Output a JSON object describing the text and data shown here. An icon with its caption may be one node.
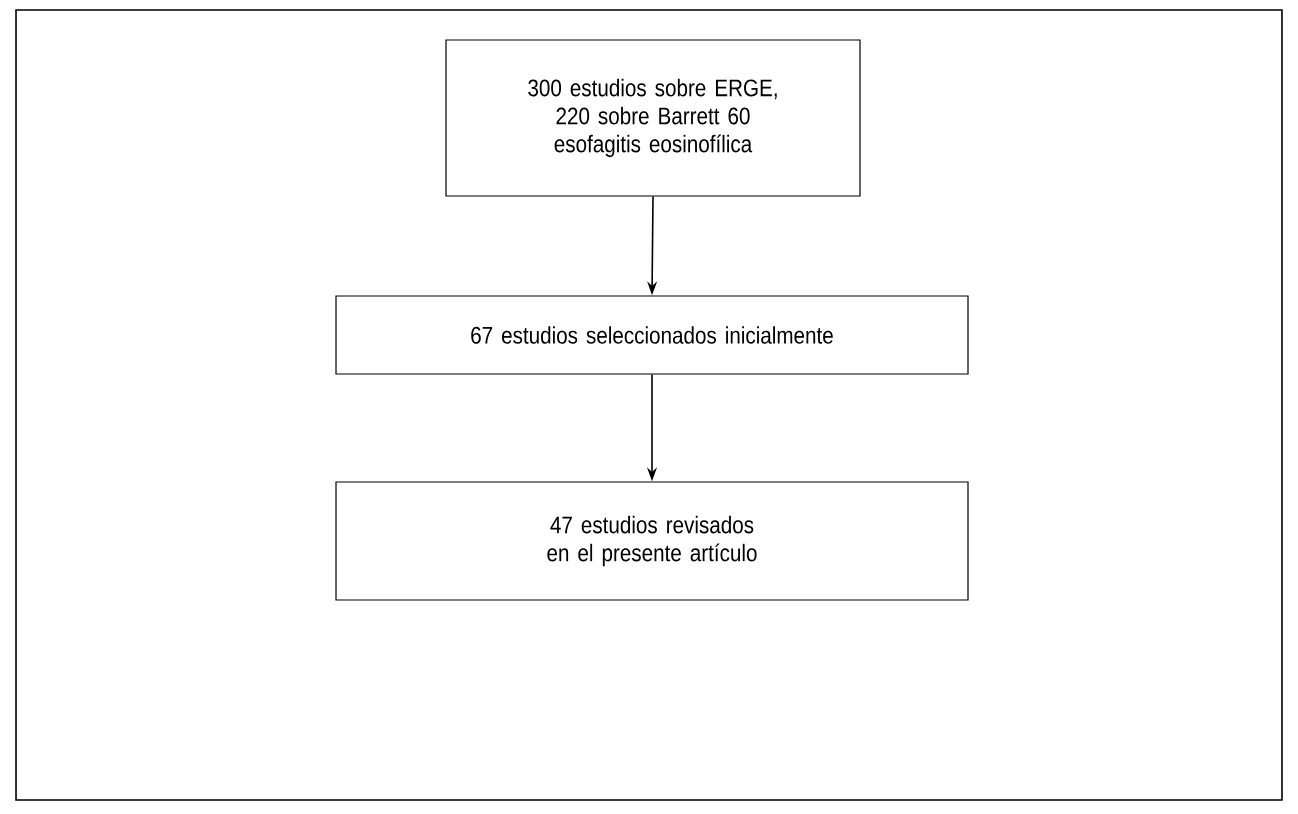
{
  "diagram": {
    "nodes": [
      {
        "text": [
          "300 estudios sobre ERGE, 220 sobre Barrett 60 esofagitis eosinofílica"
        ]
      },
      {
        "text": [
          "67 estudios seleccionados inicialmente"
        ]
      },
      {
        "text": [
          "47 estudios revisados en el presente artículo"
        ]
      }
    ],
    "edges": [
      {
        "from": 0,
        "to": 1,
        "arrow": "to"
      },
      {
        "from": 1,
        "to": 2,
        "arrow": "to"
      }
    ]
  }
}
